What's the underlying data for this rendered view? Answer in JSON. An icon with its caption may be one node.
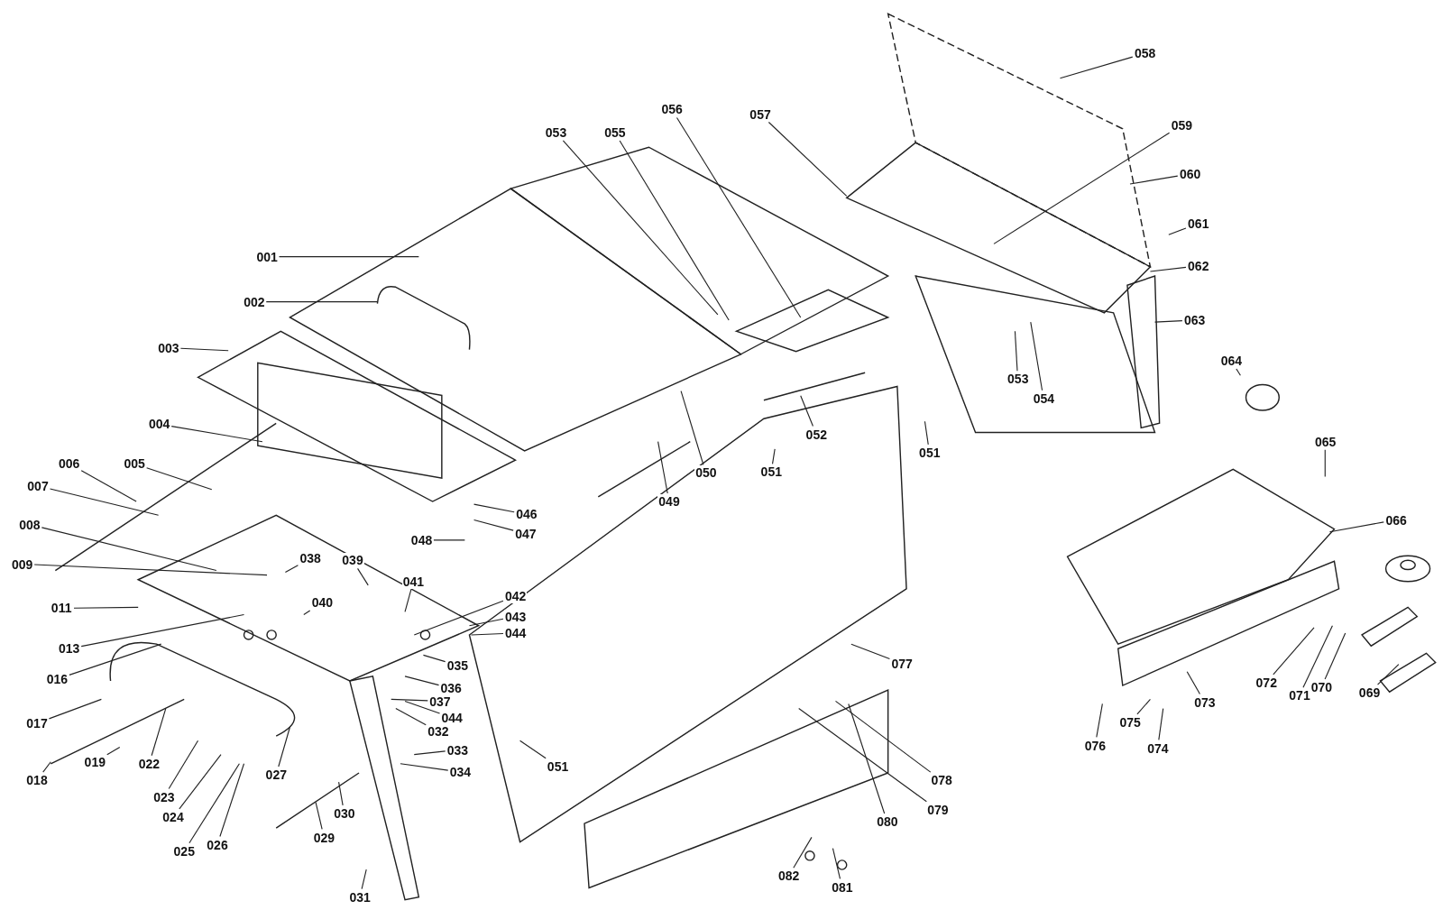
{
  "diagram": {
    "nodes": [
      {
        "text": [
          "001"
        ]
      },
      {
        "text": [
          "002"
        ]
      },
      {
        "text": [
          "003"
        ]
      },
      {
        "text": [
          "004"
        ]
      },
      {
        "text": [
          "005"
        ]
      },
      {
        "text": [
          "006"
        ]
      },
      {
        "text": [
          "007"
        ]
      },
      {
        "text": [
          "008"
        ]
      },
      {
        "text": [
          "009"
        ]
      },
      {
        "text": [
          "011"
        ]
      },
      {
        "text": [
          "013"
        ]
      },
      {
        "text": [
          "016"
        ]
      },
      {
        "text": [
          "017"
        ]
      },
      {
        "text": [
          "018"
        ]
      },
      {
        "text": [
          "019"
        ]
      },
      {
        "text": [
          "022"
        ]
      },
      {
        "text": [
          "023"
        ]
      },
      {
        "text": [
          "024"
        ]
      },
      {
        "text": [
          "025"
        ]
      },
      {
        "text": [
          "026"
        ]
      },
      {
        "text": [
          "027"
        ]
      },
      {
        "text": [
          "029"
        ]
      },
      {
        "text": [
          "030"
        ]
      },
      {
        "text": [
          "031"
        ]
      },
      {
        "text": [
          "032"
        ]
      },
      {
        "text": [
          "033"
        ]
      },
      {
        "text": [
          "034"
        ]
      },
      {
        "text": [
          "035"
        ]
      },
      {
        "text": [
          "036"
        ]
      },
      {
        "text": [
          "037"
        ]
      },
      {
        "text": [
          "038"
        ]
      },
      {
        "text": [
          "039"
        ]
      },
      {
        "text": [
          "040"
        ]
      },
      {
        "text": [
          "041"
        ]
      },
      {
        "text": [
          "042"
        ]
      },
      {
        "text": [
          "043"
        ]
      },
      {
        "text": [
          "044"
        ]
      },
      {
        "text": [
          "044"
        ]
      },
      {
        "text": [
          "046"
        ]
      },
      {
        "text": [
          "047"
        ]
      },
      {
        "text": [
          "048"
        ]
      },
      {
        "text": [
          "049"
        ]
      },
      {
        "text": [
          "050"
        ]
      },
      {
        "text": [
          "051"
        ]
      },
      {
        "text": [
          "051"
        ]
      },
      {
        "text": [
          "051"
        ]
      },
      {
        "text": [
          "052"
        ]
      },
      {
        "text": [
          "053"
        ]
      },
      {
        "text": [
          "054"
        ]
      },
      {
        "text": [
          "053"
        ]
      },
      {
        "text": [
          "055"
        ]
      },
      {
        "text": [
          "056"
        ]
      },
      {
        "text": [
          "057"
        ]
      },
      {
        "text": [
          "058"
        ]
      },
      {
        "text": [
          "059"
        ]
      },
      {
        "text": [
          "060"
        ]
      },
      {
        "text": [
          "061"
        ]
      },
      {
        "text": [
          "062"
        ]
      },
      {
        "text": [
          "063"
        ]
      },
      {
        "text": [
          "064"
        ]
      },
      {
        "text": [
          "065"
        ]
      },
      {
        "text": [
          "066"
        ]
      },
      {
        "text": [
          "069"
        ]
      },
      {
        "text": [
          "070"
        ]
      },
      {
        "text": [
          "071"
        ]
      },
      {
        "text": [
          "072"
        ]
      },
      {
        "text": [
          "073"
        ]
      },
      {
        "text": [
          "074"
        ]
      },
      {
        "text": [
          "075"
        ]
      },
      {
        "text": [
          "076"
        ]
      },
      {
        "text": [
          "077"
        ]
      },
      {
        "text": [
          "078"
        ]
      },
      {
        "text": [
          "079"
        ]
      },
      {
        "text": [
          "080"
        ]
      },
      {
        "text": [
          "081"
        ]
      },
      {
        "text": [
          "082"
        ]
      }
    ],
    "edges": [
      {
        "from": 0,
        "to": null,
        "arrow": "none"
      },
      {
        "from": 1,
        "to": null,
        "arrow": "none"
      },
      {
        "from": 2,
        "to": null,
        "arrow": "none"
      },
      {
        "from": 3,
        "to": null,
        "arrow": "none"
      },
      {
        "from": 4,
        "to": null,
        "arrow": "none"
      },
      {
        "from": 5,
        "to": null,
        "arrow": "none"
      },
      {
        "from": 6,
        "to": null,
        "arrow": "none"
      },
      {
        "from": 7,
        "to": null,
        "arrow": "none"
      },
      {
        "from": 8,
        "to": null,
        "arrow": "none"
      },
      {
        "from": 9,
        "to": null,
        "arrow": "none"
      },
      {
        "from": 10,
        "to": null,
        "arrow": "none"
      },
      {
        "from": 11,
        "to": null,
        "arrow": "none"
      },
      {
        "from": 12,
        "to": null,
        "arrow": "none"
      },
      {
        "from": 13,
        "to": null,
        "arrow": "none"
      },
      {
        "from": 14,
        "to": null,
        "arrow": "none"
      },
      {
        "from": 15,
        "to": null,
        "arrow": "none"
      },
      {
        "from": 16,
        "to": null,
        "arrow": "none"
      },
      {
        "from": 17,
        "to": null,
        "arrow": "none"
      },
      {
        "from": 18,
        "to": null,
        "arrow": "none"
      },
      {
        "from": 19,
        "to": null,
        "arrow": "none"
      },
      {
        "from": 20,
        "to": null,
        "arrow": "none"
      },
      {
        "from": 21,
        "to": null,
        "arrow": "none"
      },
      {
        "from": 22,
        "to": null,
        "arrow": "none"
      },
      {
        "from": 23,
        "to": null,
        "arrow": "none"
      },
      {
        "from": 24,
        "to": null,
        "arrow": "none"
      },
      {
        "from": 25,
        "to": null,
        "arrow": "none"
      },
      {
        "from": 26,
        "to": null,
        "arrow": "none"
      },
      {
        "from": 27,
        "to": null,
        "arrow": "none"
      },
      {
        "from": 28,
        "to": null,
        "arrow": "none"
      },
      {
        "from": 29,
        "to": null,
        "arrow": "none"
      },
      {
        "from": 30,
        "to": null,
        "arrow": "none"
      },
      {
        "from": 31,
        "to": null,
        "arrow": "none"
      },
      {
        "from": 32,
        "to": null,
        "arrow": "none"
      },
      {
        "from": 33,
        "to": null,
        "arrow": "none"
      },
      {
        "from": 34,
        "to": null,
        "arrow": "none"
      },
      {
        "from": 35,
        "to": null,
        "arrow": "none"
      },
      {
        "from": 36,
        "to": null,
        "arrow": "none"
      },
      {
        "from": 37,
        "to": null,
        "arrow": "none"
      },
      {
        "from": 38,
        "to": null,
        "arrow": "none"
      },
      {
        "from": 39,
        "to": null,
        "arrow": "none"
      },
      {
        "from": 40,
        "to": null,
        "arrow": "none"
      },
      {
        "from": 41,
        "to": null,
        "arrow": "none"
      },
      {
        "from": 42,
        "to": null,
        "arrow": "none"
      },
      {
        "from": 43,
        "to": null,
        "arrow": "none"
      },
      {
        "from": 44,
        "to": null,
        "arrow": "none"
      },
      {
        "from": 45,
        "to": null,
        "arrow": "none"
      },
      {
        "from": 46,
        "to": null,
        "arrow": "none"
      },
      {
        "from": 47,
        "to": null,
        "arrow": "none"
      },
      {
        "from": 48,
        "to": null,
        "arrow": "none"
      },
      {
        "from": 49,
        "to": null,
        "arrow": "none"
      },
      {
        "from": 50,
        "to": null,
        "arrow": "none"
      },
      {
        "from": 51,
        "to": null,
        "arrow": "none"
      },
      {
        "from": 52,
        "to": null,
        "arrow": "none"
      },
      {
        "from": 53,
        "to": null,
        "arrow": "none"
      },
      {
        "from": 54,
        "to": null,
        "arrow": "none"
      },
      {
        "from": 55,
        "to": null,
        "arrow": "none"
      },
      {
        "from": 56,
        "to": null,
        "arrow": "none"
      },
      {
        "from": 57,
        "to": null,
        "arrow": "none"
      },
      {
        "from": 58,
        "to": null,
        "arrow": "none"
      },
      {
        "from": 59,
        "to": null,
        "arrow": "none"
      },
      {
        "from": 60,
        "to": null,
        "arrow": "none"
      },
      {
        "from": 61,
        "to": null,
        "arrow": "none"
      },
      {
        "from": 62,
        "to": null,
        "arrow": "none"
      },
      {
        "from": 63,
        "to": null,
        "arrow": "none"
      },
      {
        "from": 64,
        "to": null,
        "arrow": "none"
      },
      {
        "from": 65,
        "to": null,
        "arrow": "none"
      },
      {
        "from": 66,
        "to": null,
        "arrow": "none"
      },
      {
        "from": 67,
        "to": null,
        "arrow": "none"
      },
      {
        "from": 68,
        "to": null,
        "arrow": "none"
      },
      {
        "from": 69,
        "to": null,
        "arrow": "none"
      },
      {
        "from": 70,
        "to": null,
        "arrow": "none"
      },
      {
        "from": 71,
        "to": null,
        "arrow": "none"
      },
      {
        "from": 72,
        "to": null,
        "arrow": "none"
      },
      {
        "from": 73,
        "to": null,
        "arrow": "none"
      },
      {
        "from": 74,
        "to": null,
        "arrow": "none"
      },
      {
        "from": 75,
        "to": null,
        "arrow": "none"
      }
    ]
  }
}
